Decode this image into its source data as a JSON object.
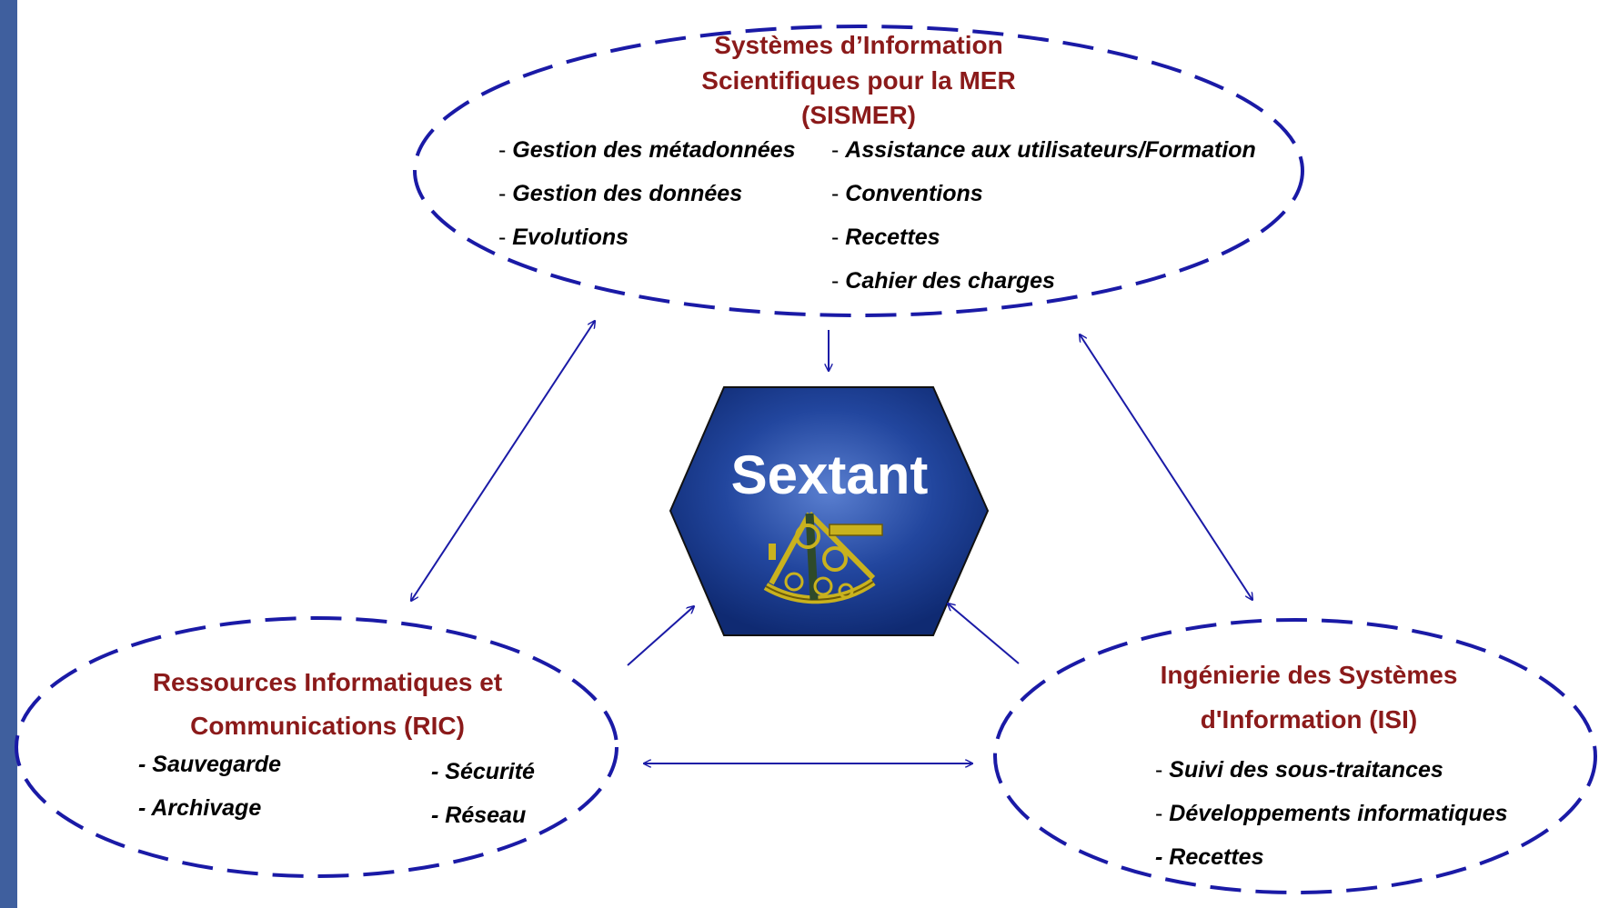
{
  "sismer": {
    "title_line1": "Systèmes d’Information",
    "title_line2": "Scientifiques pour la MER",
    "title_line3": "(SISMER)",
    "items_left": [
      {
        "prefix": "- ",
        "label": "Gestion des métadonnées"
      },
      {
        "prefix": "- ",
        "label": "Gestion des données"
      },
      {
        "prefix": "- ",
        "label": "Evolutions"
      }
    ],
    "items_right": [
      {
        "prefix": "- ",
        "label": "Assistance aux utilisateurs/Formation"
      },
      {
        "prefix": "- ",
        "label": "Conventions"
      },
      {
        "prefix": "- ",
        "label": "Recettes"
      },
      {
        "prefix": "- ",
        "label": "Cahier des charges"
      }
    ]
  },
  "center": {
    "label": "Sextant",
    "icon": "sextant-icon"
  },
  "ric": {
    "title_line1": "Ressources Informatiques et",
    "title_line2": "Communications (RIC)",
    "items_left": [
      "- Sauvegarde",
      "- Archivage"
    ],
    "items_right": [
      "- Sécurité",
      "- Réseau"
    ]
  },
  "isi": {
    "title_line1": "Ingénierie des Systèmes",
    "title_line2": "d'Information (ISI)",
    "items": [
      {
        "prefix": "- ",
        "label": "Suivi des sous-traitances"
      },
      {
        "prefix": "- ",
        "label": "Développements informatiques"
      },
      {
        "prefix": "",
        "label": "- Recettes"
      }
    ]
  },
  "colors": {
    "title": "#8b1a1a",
    "ellipse_stroke": "#1a1aa6",
    "arrow": "#1a1aa6",
    "hexagon_fill": "#1a3a8c",
    "left_bar": "#3f5f9e"
  }
}
